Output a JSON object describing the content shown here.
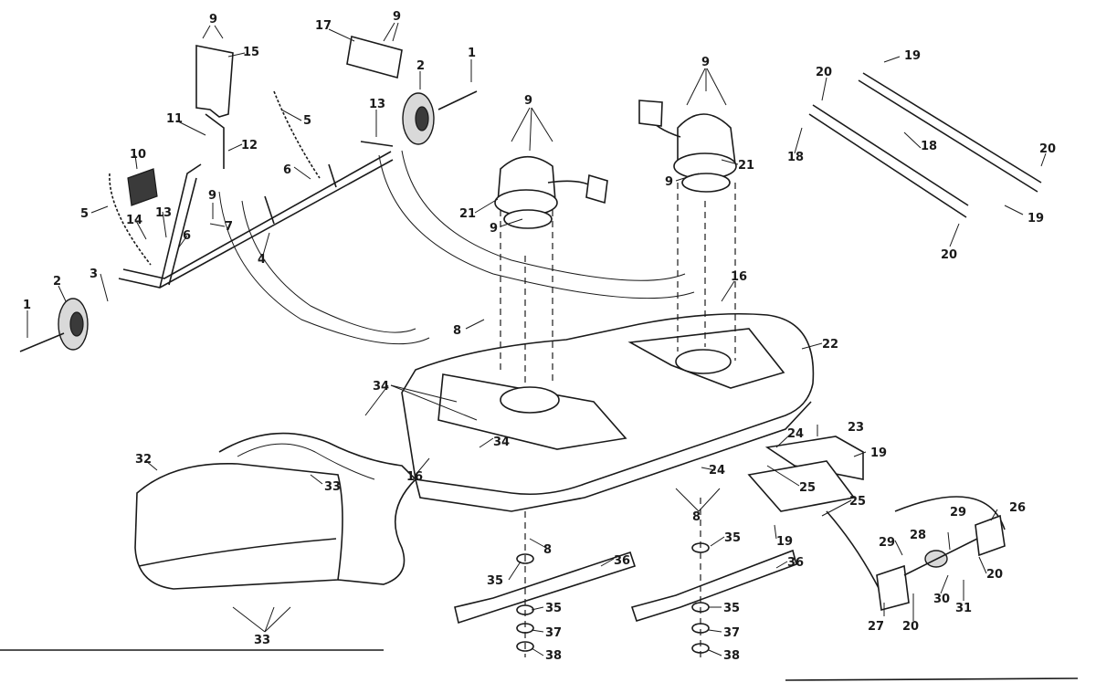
{
  "diagram": {
    "type": "exploded-parts-diagram",
    "callouts": {
      "c1a": "1",
      "c1b": "1",
      "c2a": "2",
      "c2b": "2",
      "c3": "3",
      "c4": "4",
      "c5a": "5",
      "c5b": "5",
      "c6a": "6",
      "c6b": "6",
      "c7": "7",
      "c8a": "8",
      "c8b": "8",
      "c8c": "8",
      "c9a": "9",
      "c9b": "9",
      "c9c": "9",
      "c9d": "9",
      "c9e": "9",
      "c9f": "9",
      "c9g": "9",
      "c10": "10",
      "c11": "11",
      "c12": "12",
      "c13a": "13",
      "c13b": "13",
      "c14": "14",
      "c15": "15",
      "c16a": "16",
      "c16b": "16",
      "c17": "17",
      "c18a": "18",
      "c18b": "18",
      "c19a": "19",
      "c19b": "19",
      "c19c": "19",
      "c19d": "19",
      "c20a": "20",
      "c20b": "20",
      "c20c": "20",
      "c20d": "20",
      "c20e": "20",
      "c21a": "21",
      "c21b": "21",
      "c22": "22",
      "c23": "23",
      "c24a": "24",
      "c24b": "24",
      "c25a": "25",
      "c25b": "25",
      "c26": "26",
      "c27": "27",
      "c28": "28",
      "c29a": "29",
      "c29b": "29",
      "c30": "30",
      "c31": "31",
      "c32": "32",
      "c33a": "33",
      "c33b": "33",
      "c34a": "34",
      "c34b": "34",
      "c35a": "35",
      "c35b": "35",
      "c35c": "35",
      "c35d": "35",
      "c36a": "36",
      "c36b": "36",
      "c37a": "37",
      "c37b": "37",
      "c38a": "38",
      "c38b": "38"
    }
  }
}
